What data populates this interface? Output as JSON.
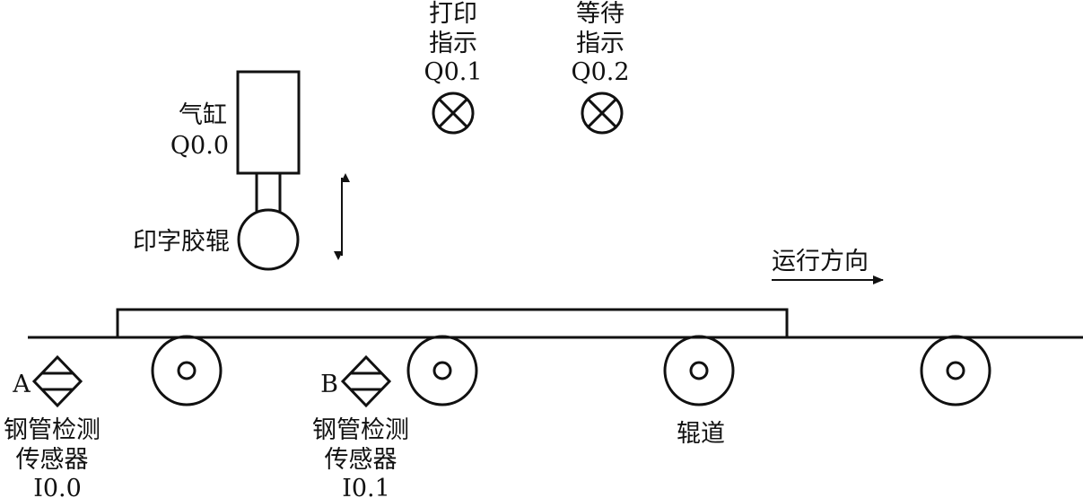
{
  "labels": {
    "print_indicator": [
      "打印",
      "指示",
      "Q0.1"
    ],
    "wait_indicator": [
      "等待",
      "指示",
      "Q0.2"
    ],
    "cylinder": [
      "气缸",
      "Q0.0"
    ],
    "print_roller": "印字胶辊",
    "direction": "运行方向",
    "sensor_a_letter": "A",
    "sensor_b_letter": "B",
    "sensor_a": [
      "钢管检测",
      "传感器",
      "I0.0"
    ],
    "sensor_b": [
      "钢管检测",
      "传感器",
      "I0.1"
    ],
    "roller_track": "辊道"
  },
  "colors": {
    "stroke": "#111111",
    "background": "#ffffff"
  }
}
